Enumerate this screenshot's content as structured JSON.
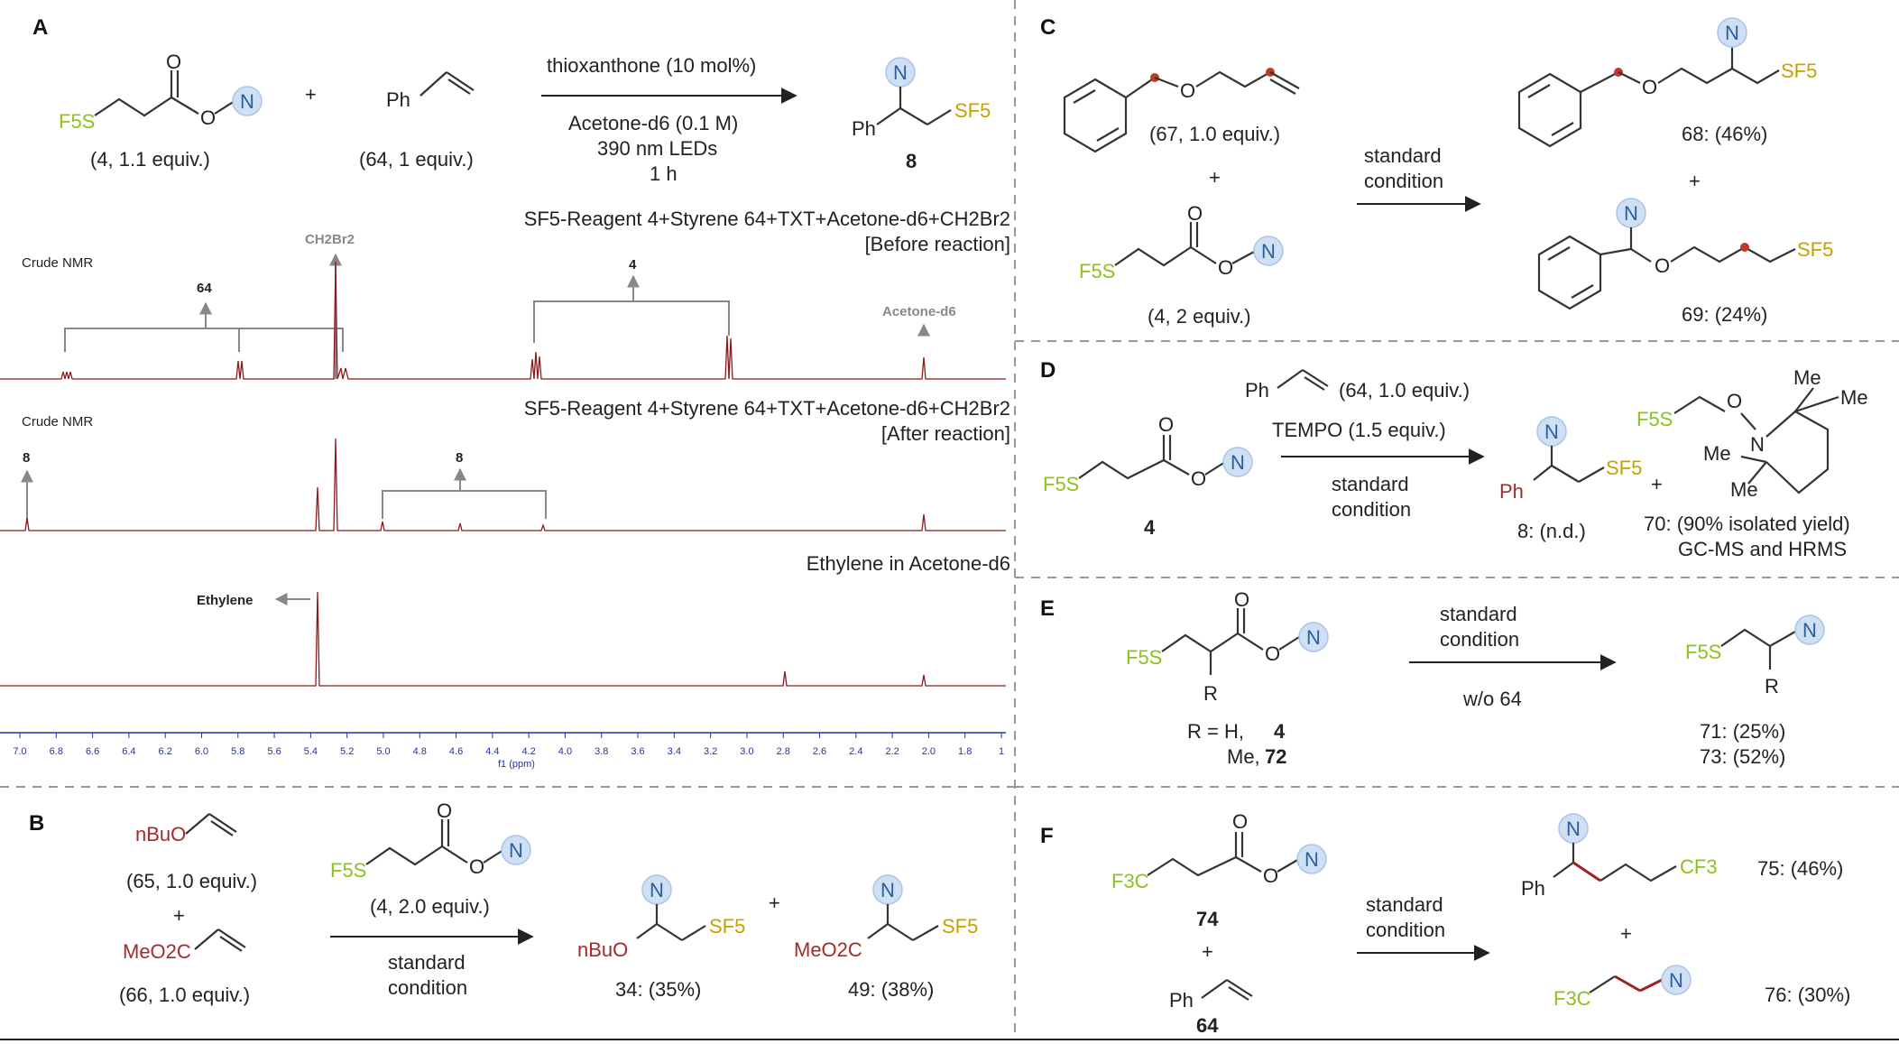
{
  "panels": {
    "A": {
      "label": "A",
      "reagent_label": "(4, 1.1 equiv.)",
      "styrene_label": "(64, 1 equiv.)",
      "plus": "+",
      "ph": "Ph",
      "f5s": "F5S",
      "catalyst": "thioxanthone (10 mol%)",
      "solvent": "Acetone-d6 (0.1 M)",
      "light": "390 nm LEDs",
      "time": "1 h",
      "product_id": "8",
      "sf5": "SF5",
      "spectra": [
        {
          "header": "Crude NMR",
          "title": "SF5-Reagent 4+Styrene 64+TXT+Acetone-d6+CH2Br2",
          "subtitle": "[Before reaction]",
          "labels": [
            "64",
            "4",
            "CH2Br2",
            "Acetone-d6"
          ]
        },
        {
          "header": "Crude NMR",
          "title": "SF5-Reagent 4+Styrene 64+TXT+Acetone-d6+CH2Br2",
          "subtitle": "[After reaction]",
          "labels": [
            "8",
            "8"
          ]
        },
        {
          "header": "",
          "title": "Ethylene in Acetone-d6",
          "subtitle": "",
          "labels": [
            "Ethylene"
          ]
        }
      ],
      "axis_ticks": [
        "7.0",
        "6.8",
        "6.6",
        "6.4",
        "6.2",
        "6.0",
        "5.8",
        "5.6",
        "5.4",
        "5.2",
        "5.0",
        "4.8",
        "4.6",
        "4.4",
        "4.2",
        "4.0",
        "3.8",
        "3.6",
        "3.4",
        "3.2",
        "3.0",
        "2.8",
        "2.6",
        "2.4",
        "2.2",
        "2.0",
        "1.8",
        "1"
      ],
      "axis_label": "f1 (ppm)"
    },
    "B": {
      "label": "B",
      "sub1": "nBuO",
      "sub1_label": "(65, 1.0 equiv.)",
      "plus": "+",
      "sub2": "MeO2C",
      "sub2_label": "(66, 1.0 equiv.)",
      "reagent_label": "(4, 2.0 equiv.)",
      "condition_1": "standard",
      "condition_2": "condition",
      "p1": "34: (35%)",
      "p2": "49: (38%)"
    },
    "C": {
      "label": "C",
      "sub_label": "(67, 1.0 equiv.)",
      "plus": "+",
      "reagent_label": "(4, 2 equiv.)",
      "condition_1": "standard",
      "condition_2": "condition",
      "p1": "68: (46%)",
      "p2": "69: (24%)"
    },
    "D": {
      "label": "D",
      "styrene_label": "(64, 1.0 equiv.)",
      "tempo": "TEMPO (1.5 equiv.)",
      "condition_1": "standard",
      "condition_2": "condition",
      "reagent_id": "4",
      "p1": "8: (n.d.)",
      "p2": "70: (90% isolated yield)",
      "p2_note": "GC-MS and HRMS",
      "me": "Me"
    },
    "E": {
      "label": "E",
      "r_line1": "R = H,",
      "r_line1_id": "4",
      "r_line2": "Me,",
      "r_line2_id": "72",
      "condition_1": "standard",
      "condition_2": "condition",
      "below_arrow": "w/o 64",
      "p1": "71: (25%)",
      "p2": "73: (52%)",
      "r": "R"
    },
    "F": {
      "label": "F",
      "reagent_id": "74",
      "plus": "+",
      "styrene_id": "64",
      "condition_1": "standard",
      "condition_2": "condition",
      "p1": "75: (46%)",
      "p2": "76: (30%)",
      "f3c": "F3C",
      "cf3": "CF3"
    }
  },
  "atoms": {
    "n": "N",
    "o": "O"
  },
  "colors": {
    "sf5_green": "#8dc11e",
    "sulfur_yellow": "#c8a000",
    "highlight_red": "#a52a2a",
    "n_circle": "#cfe0f5",
    "spectrum": "#8b1a1a",
    "axis_blue": "#2233aa"
  }
}
